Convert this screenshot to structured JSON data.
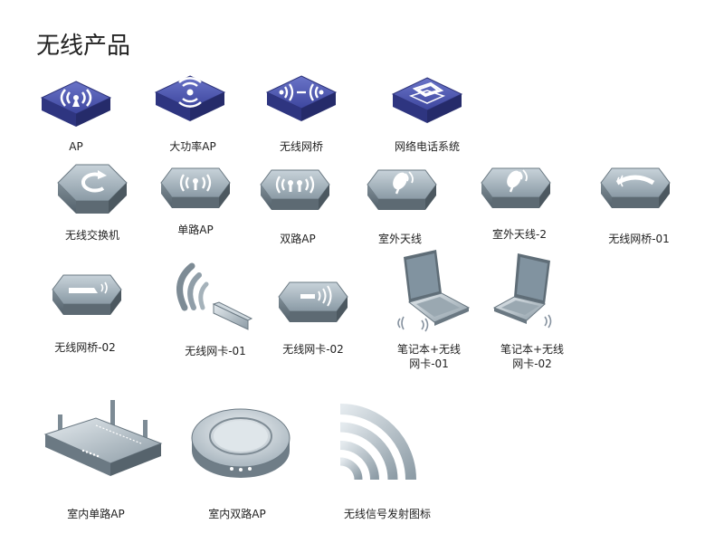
{
  "page": {
    "title": "无线产品"
  },
  "items": [
    {
      "name": "ap",
      "label": "AP"
    },
    {
      "name": "high-power-ap",
      "label": "大功率AP"
    },
    {
      "name": "wireless-bridge",
      "label": "无线网桥"
    },
    {
      "name": "network-phone-system",
      "label": "网络电话系统"
    },
    {
      "name": "wireless-switch",
      "label": "无线交换机"
    },
    {
      "name": "single-radio-ap",
      "label": "单路AP"
    },
    {
      "name": "dual-radio-ap",
      "label": "双路AP"
    },
    {
      "name": "outdoor-antenna",
      "label": "室外天线"
    },
    {
      "name": "outdoor-antenna-2",
      "label": "室外天线-2"
    },
    {
      "name": "wireless-bridge-01",
      "label": "无线网桥-01"
    },
    {
      "name": "wireless-bridge-02",
      "label": "无线网桥-02"
    },
    {
      "name": "wireless-nic-01",
      "label": "无线网卡-01"
    },
    {
      "name": "wireless-nic-02",
      "label": "无线网卡-02"
    },
    {
      "name": "laptop-wireless-nic-01",
      "label_line1": "笔记本+无线",
      "label_line2": "网卡-01"
    },
    {
      "name": "laptop-wireless-nic-02",
      "label_line1": "笔记本+无线",
      "label_line2": "网卡-02"
    },
    {
      "name": "indoor-single-radio-ap",
      "label": "室内单路AP"
    },
    {
      "name": "indoor-dual-radio-ap",
      "label": "室内双路AP"
    },
    {
      "name": "wireless-signal-icon",
      "label": "无线信号发射图标"
    }
  ]
}
